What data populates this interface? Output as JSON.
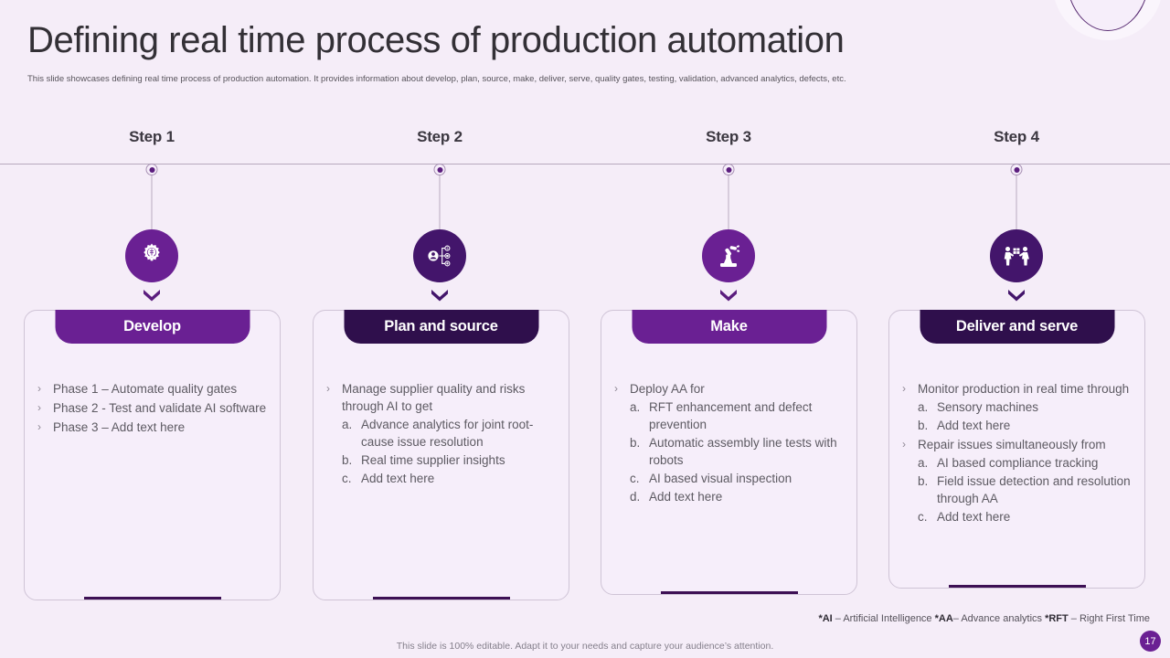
{
  "header": {
    "title": "Defining real time process of production automation",
    "subtitle": "This slide showcases defining real time process of production automation. It provides information about develop, plan, source, make, deliver, serve, quality gates, testing, validation, advanced analytics, defects, etc."
  },
  "colors": {
    "background": "#f5edf8",
    "accent_light": "#6a2093",
    "accent_dark": "#43156b",
    "bar": "#3d1054",
    "text": "#5d5a62"
  },
  "steps": [
    {
      "label": "Step 1",
      "icon": "gear-lightbulb-icon",
      "tone": "light"
    },
    {
      "label": "Step 2",
      "icon": "supplier-network-icon",
      "tone": "dark"
    },
    {
      "label": "Step 3",
      "icon": "robot-arm-icon",
      "tone": "light"
    },
    {
      "label": "Step 4",
      "icon": "delivery-handoff-icon",
      "tone": "dark"
    }
  ],
  "cards": [
    {
      "title": "Develop",
      "tone": "light",
      "items": [
        {
          "text": "Phase 1 – Automate quality gates",
          "sub": []
        },
        {
          "text": "Phase 2 - Test and validate AI software",
          "sub": []
        },
        {
          "text": "Phase 3 – Add text here",
          "sub": []
        }
      ]
    },
    {
      "title": "Plan and source",
      "tone": "dark",
      "items": [
        {
          "text": "Manage supplier quality and risks through AI to get",
          "sub": [
            {
              "marker": "a.",
              "text": "Advance analytics for joint root-cause issue resolution"
            },
            {
              "marker": "b.",
              "text": "Real time supplier insights"
            },
            {
              "marker": "c.",
              "text": "Add text here"
            }
          ]
        }
      ]
    },
    {
      "title": "Make",
      "tone": "light",
      "items": [
        {
          "text": "Deploy AA for",
          "sub": [
            {
              "marker": "a.",
              "text": "RFT enhancement and defect prevention"
            },
            {
              "marker": "b.",
              "text": "Automatic assembly line tests with robots"
            },
            {
              "marker": "c.",
              "text": "AI based visual inspection"
            },
            {
              "marker": "d.",
              "text": "Add text here"
            }
          ]
        }
      ]
    },
    {
      "title": "Deliver and serve",
      "tone": "dark",
      "items": [
        {
          "text": "Monitor production in real time through",
          "sub": [
            {
              "marker": "a.",
              "text": "Sensory machines"
            },
            {
              "marker": "b.",
              "text": "Add text here"
            }
          ]
        },
        {
          "text": "Repair issues simultaneously from",
          "sub": [
            {
              "marker": "a.",
              "text": "AI based compliance tracking"
            },
            {
              "marker": "b.",
              "text": "Field issue detection and resolution through AA"
            },
            {
              "marker": "c.",
              "text": "Add text here"
            }
          ]
        }
      ]
    }
  ],
  "legend": {
    "ai_abbr": "*AI",
    "ai_text": " – Artificial Intelligence ",
    "aa_abbr": "*AA",
    "aa_text": "– Advance analytics ",
    "rft_abbr": "*RFT",
    "rft_text": " – Right First Time"
  },
  "footer": {
    "note": "This slide is 100% editable. Adapt it to your needs and capture your audience’s attention.",
    "page_number": "17"
  },
  "bullet_marker": "›"
}
